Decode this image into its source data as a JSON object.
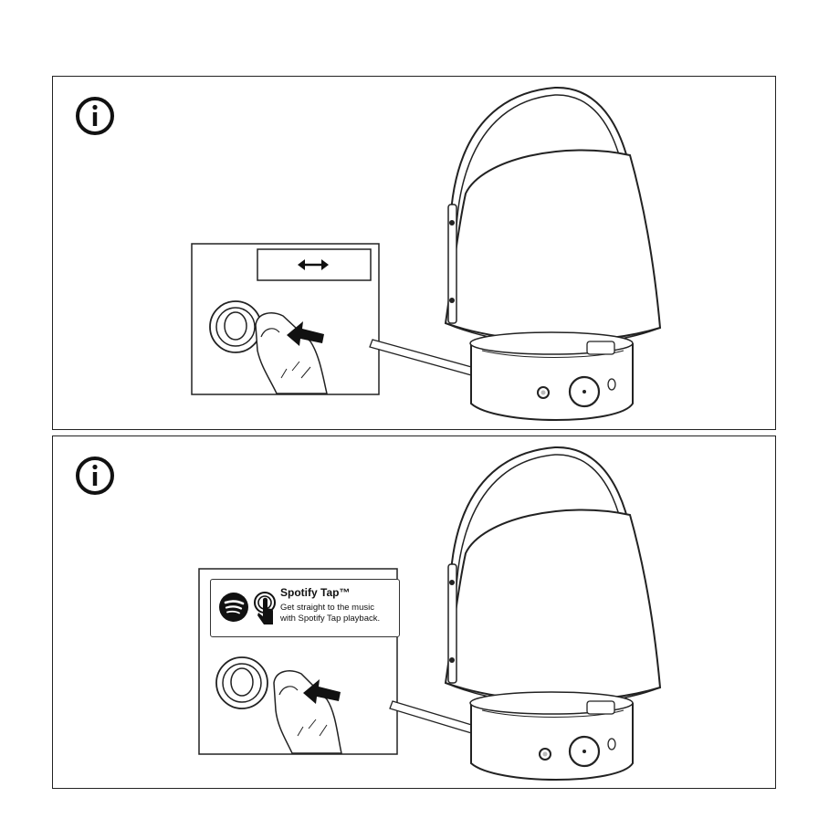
{
  "panels": [
    {
      "icon": "info-icon",
      "label_icon": "double-arrow-icon"
    },
    {
      "icon": "info-icon",
      "spotify": {
        "title": "Spotify Tap™",
        "line1": "Get straight to the music",
        "line2": "with Spotify Tap playback."
      }
    }
  ]
}
